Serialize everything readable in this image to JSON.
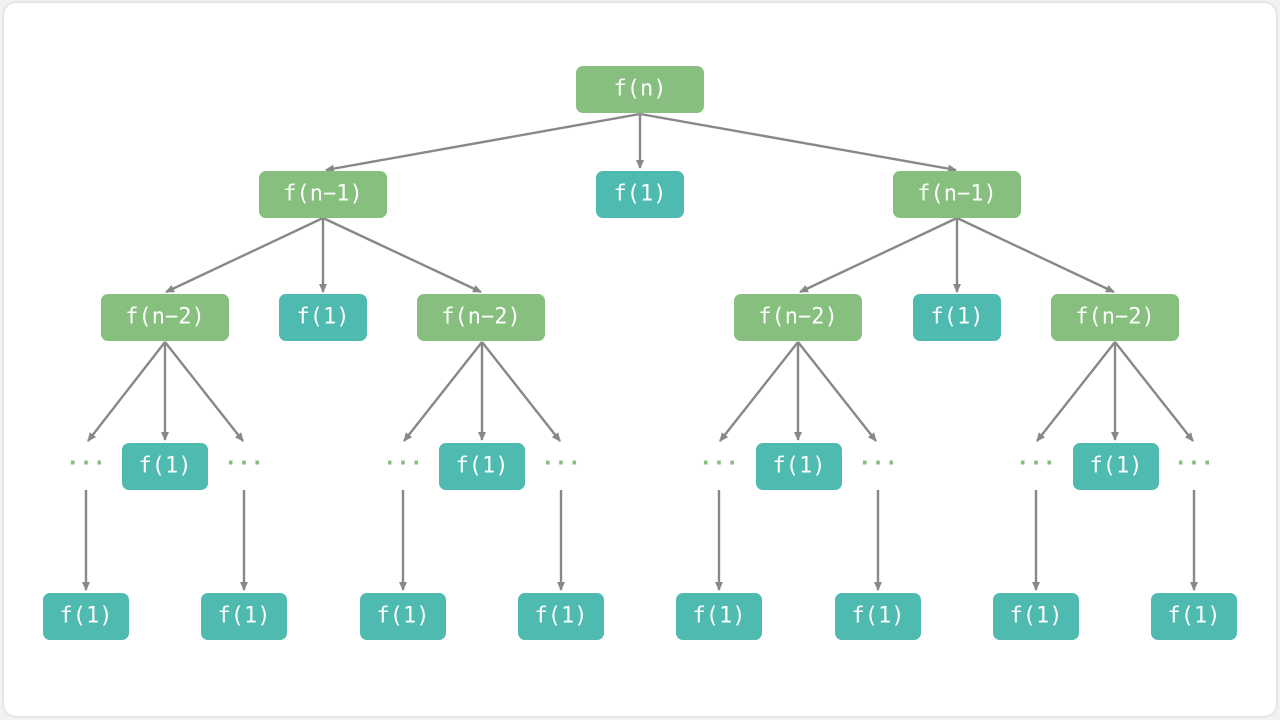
{
  "labels": {
    "root": "f(n)",
    "level1": "f(n−1)",
    "level2": "f(n−2)",
    "base": "f(1)",
    "ellipsis": "···"
  },
  "colors": {
    "recursive_node": "#86bf7e",
    "base_node": "#4fbab0",
    "edge": "#888888",
    "ellipsis": "#86bf7e"
  }
}
